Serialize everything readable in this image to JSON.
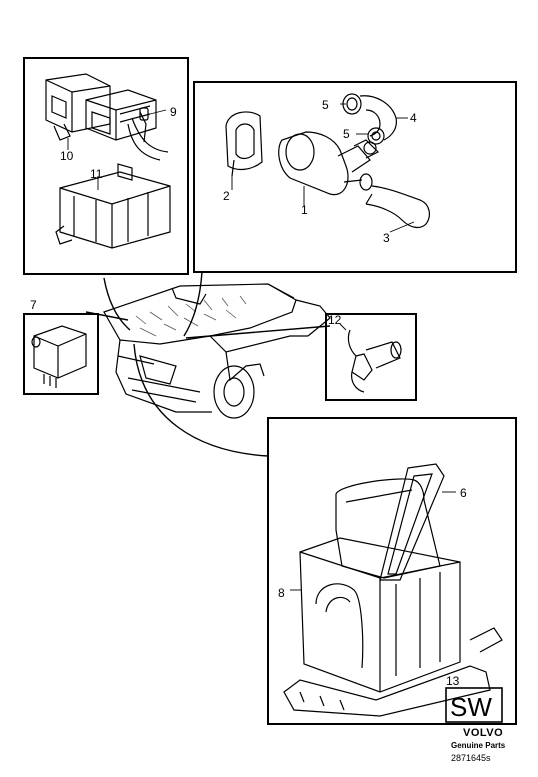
{
  "callouts": {
    "c1": "1",
    "c2": "2",
    "c3": "3",
    "c4": "4",
    "c5a": "5",
    "c5b": "5",
    "c6": "6",
    "c7": "7",
    "c8": "8",
    "c9": "9",
    "c10": "10",
    "c11": "11",
    "c12": "12",
    "c13": "13"
  },
  "badge": {
    "text": "SW"
  },
  "brand": {
    "name": "VOLVO",
    "sub": "Genuine Parts",
    "id": "2871645s"
  },
  "colors": {
    "line": "#000000",
    "background": "#ffffff",
    "hatch": "#555555"
  }
}
